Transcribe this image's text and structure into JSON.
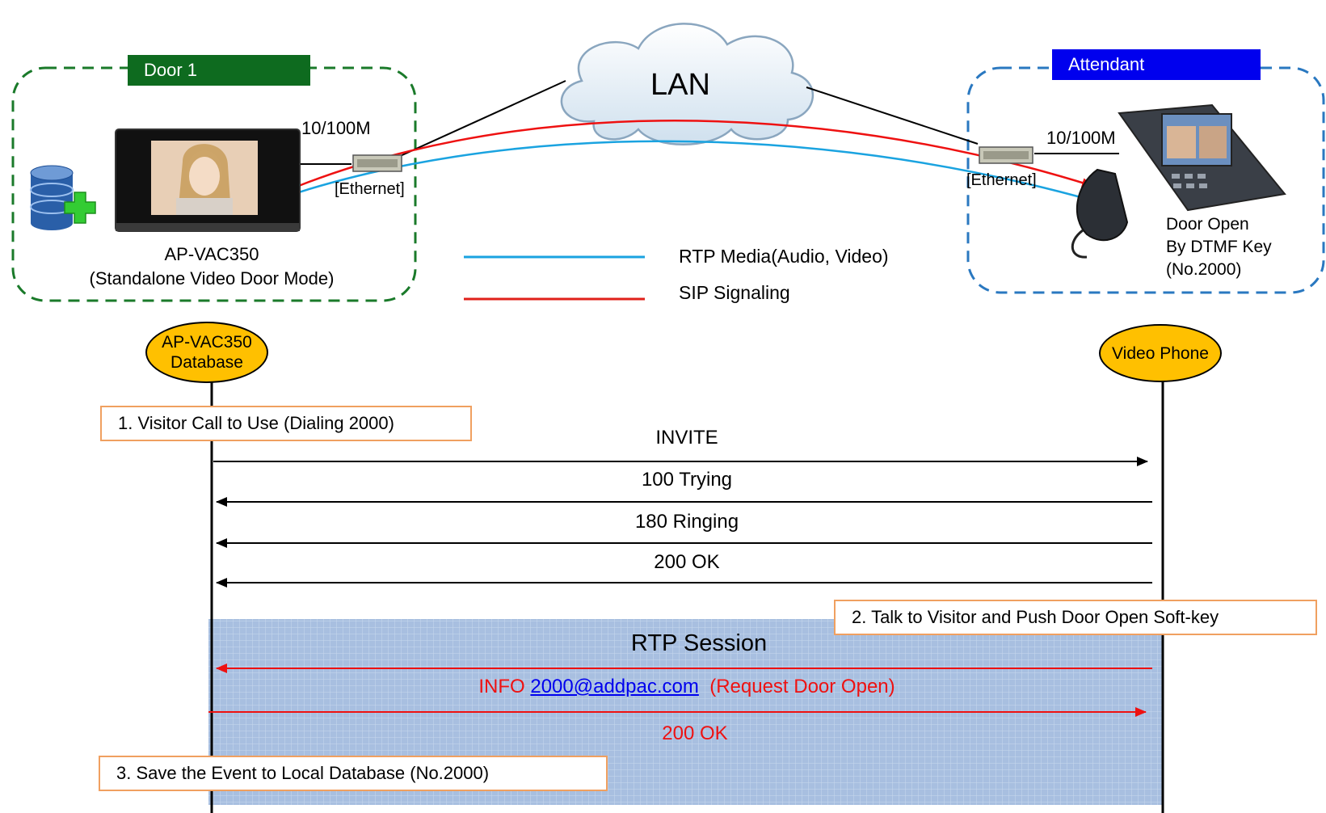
{
  "network": {
    "cloud_label": "LAN",
    "door_zone": {
      "title": "Door 1",
      "color": "#0e6b1f"
    },
    "attendant_zone": {
      "title": "Attendant",
      "color": "#0000ee"
    },
    "door_device": {
      "name": "AP-VAC350",
      "mode": "(Standalone Video Door Mode)",
      "speed": "10/100M",
      "ethernet": "[Ethernet]"
    },
    "phone_device": {
      "speed": "10/100M",
      "ethernet": "[Ethernet]",
      "caption_1": "Door Open",
      "caption_2": "By DTMF Key",
      "caption_3": "(No.2000)"
    },
    "legend": [
      {
        "label": "RTP Media(Audio, Video)",
        "color": "#1aa3e0"
      },
      {
        "label": "SIP Signaling",
        "color": "#e0201a"
      }
    ]
  },
  "sequence": {
    "left_actor": {
      "line1": "AP-VAC350",
      "line2": "Database"
    },
    "right_actor": {
      "line1": "Video Phone"
    },
    "notes": [
      "1. Visitor Call to Use (Dialing 2000)",
      "2. Talk to Visitor and Push Door Open Soft-key",
      "3. Save the Event to Local Database (No.2000)"
    ],
    "messages": [
      {
        "text": "INVITE",
        "direction": "right",
        "color": "#000000"
      },
      {
        "text": "100 Trying",
        "direction": "left",
        "color": "#000000"
      },
      {
        "text": "180 Ringing",
        "direction": "left",
        "color": "#000000"
      },
      {
        "text": "200 OK",
        "direction": "left",
        "color": "#000000"
      }
    ],
    "rtp_session": {
      "title": "RTP Session",
      "info_prefix": "INFO ",
      "info_link": "2000@addpac.com",
      "info_suffix": "  (Request Door Open)",
      "ok": "200 OK",
      "color": "#ee1111",
      "fill": "#a8bfe0"
    }
  }
}
